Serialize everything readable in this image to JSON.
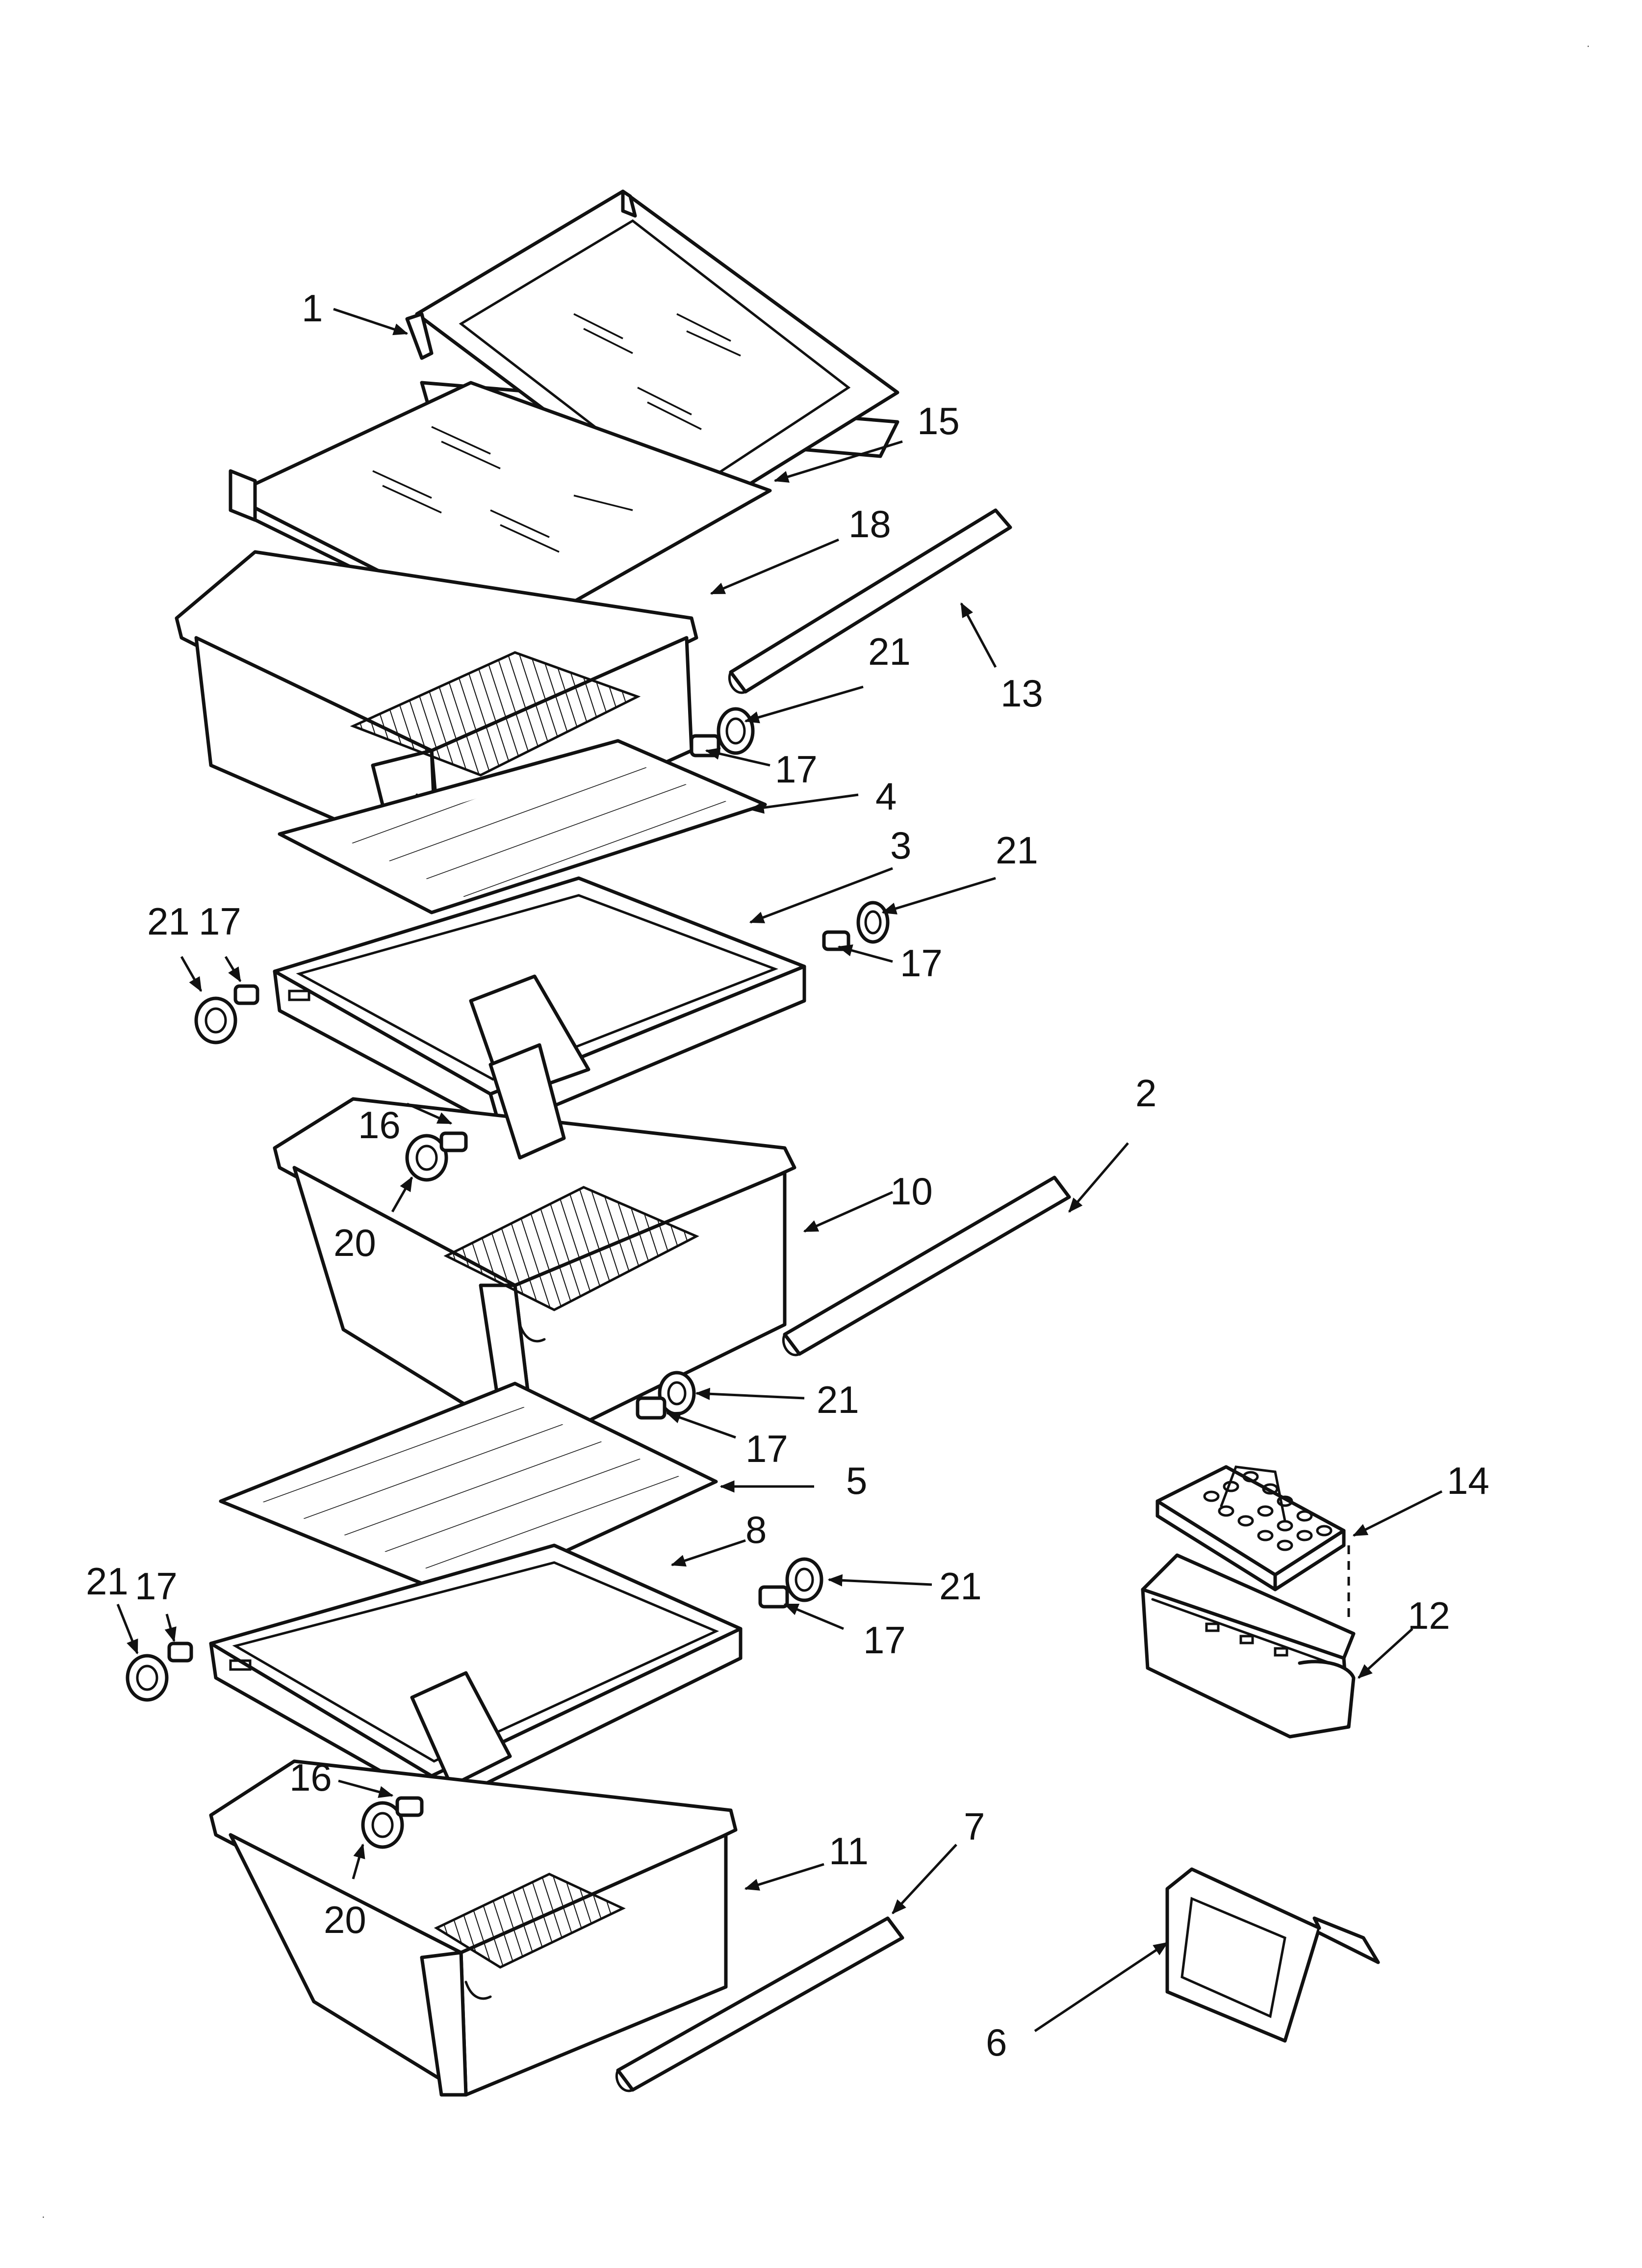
{
  "callouts": {
    "c1": "1",
    "c15": "15",
    "c18": "18",
    "c13": "13",
    "c21_a": "21",
    "c17_a": "17",
    "c4": "4",
    "c3": "3",
    "c21_b": "21",
    "c17_b": "17",
    "c21_c": "21",
    "c17_c": "17",
    "c16_a": "16",
    "c20_a": "20",
    "c2": "2",
    "c10": "10",
    "c21_d": "21",
    "c17_d": "17",
    "c5": "5",
    "c14": "14",
    "c8": "8",
    "c21_e": "21",
    "c17_e": "17",
    "c12": "12",
    "c21_f": "21",
    "c17_f": "17",
    "c16_b": "16",
    "c20_b": "20",
    "c11": "11",
    "c7": "7",
    "c6": "6"
  },
  "corner_marks": {
    "top_right": "·",
    "bottom_left": "·"
  },
  "colors": {
    "line": "#111111",
    "background": "#ffffff"
  }
}
